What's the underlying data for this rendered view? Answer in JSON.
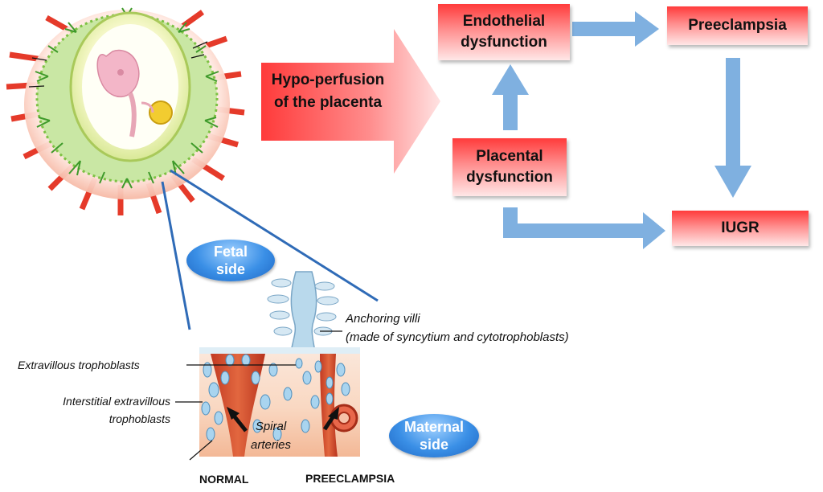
{
  "flow": {
    "hypoperfusion": [
      "Hypo-perfusion",
      "of the placenta"
    ],
    "endothelial": [
      "Endothelial",
      "dysfunction"
    ],
    "preeclampsia": "Preeclampsia",
    "placental": [
      "Placental",
      "dysfunction"
    ],
    "iugr": "IUGR"
  },
  "illustration": {
    "fetal_side": [
      "Fetal",
      "side"
    ],
    "maternal_side": [
      "Maternal",
      "side"
    ],
    "anchoring_villi": [
      "Anchoring villi",
      "(made of syncytium and cytotrophoblasts)"
    ],
    "extravillous": "Extravillous trophoblasts",
    "interstitial": [
      "Interstitial extravillous",
      "trophoblasts"
    ],
    "spiral_arteries": [
      "Spiral",
      "arteries"
    ],
    "normal": "NORMAL",
    "preeclampsia": "PREECLAMPSIA"
  },
  "colors": {
    "arrow_blue": "#7fb0e0",
    "box_red": "#ff3b3b",
    "pill_blue": "#3a8fe6"
  }
}
